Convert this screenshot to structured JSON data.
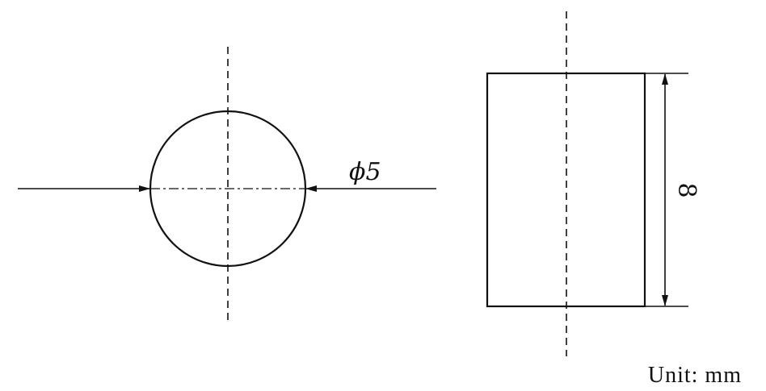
{
  "diagram": {
    "front_view": {
      "diameter_label": "ϕ5"
    },
    "side_view": {
      "length_label": "8"
    },
    "unit_label": "Unit: mm",
    "colors": {
      "line": "#111111",
      "background": "#ffffff"
    }
  }
}
